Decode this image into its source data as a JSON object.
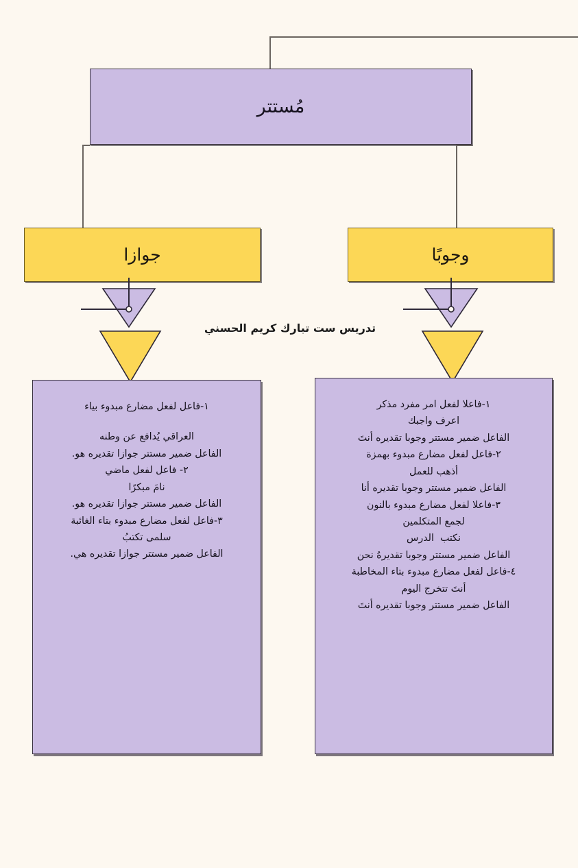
{
  "colors": {
    "background": "#fdf8f0",
    "purple": "#cbbce3",
    "yellow": "#fcd756",
    "outline": "#3a3340",
    "text": "#16121d"
  },
  "title_node": {
    "label": "مُستتر"
  },
  "branches": [
    {
      "id": "jawazan",
      "label": "جوازا"
    },
    {
      "id": "wujuban",
      "label": "وجوبًا"
    }
  ],
  "watermark": {
    "text": "تدريس ست تبارك كريم الحسني"
  },
  "detail_left": {
    "lines": [
      "١-فاعل لفعل مضارع مبدوء بياء",
      "",
      "العراقي يُدافع عن وطنه",
      "الفاعل ضمير مستتر جوازا تقديره هو.",
      "٢- فاعل لفعل ماضي",
      "نامَ مبكرًا",
      "الفاعل ضمير مستتر جوازا تقديره هو.",
      "٣-فاعل لفعل مضارع مبدوء بتاء الغائبة",
      "سلمى تكتبُ",
      "الفاعل ضمير مستتر جوازا تقديره هي."
    ]
  },
  "detail_right": {
    "lines": [
      "١-فاعلا لفعل امر مفرد مذكر",
      "اعرف واجبك",
      "الفاعل ضمير مستتر وجوبا تقديره أنتَ",
      "٢-فاعل لفعل مضارع مبدوء بهمزة",
      "أذهب للعمل",
      "الفاعل ضمير مستتر وجوبا تقديره أنا",
      "٣-فاعلا لفعل مضارع مبدوء بالنون",
      "لجمع المتكلمين",
      "نكتب  الدرس",
      "الفاعل ضمير مستتر وجوبا تقديرهُ نحن",
      "٤-فاعل لفعل مضارع مبدوء بتاء المخاطبة",
      "أنتَ تتخرج اليوم",
      "الفاعل ضمير مستتر وجوبا تقديره أنتَ"
    ]
  }
}
